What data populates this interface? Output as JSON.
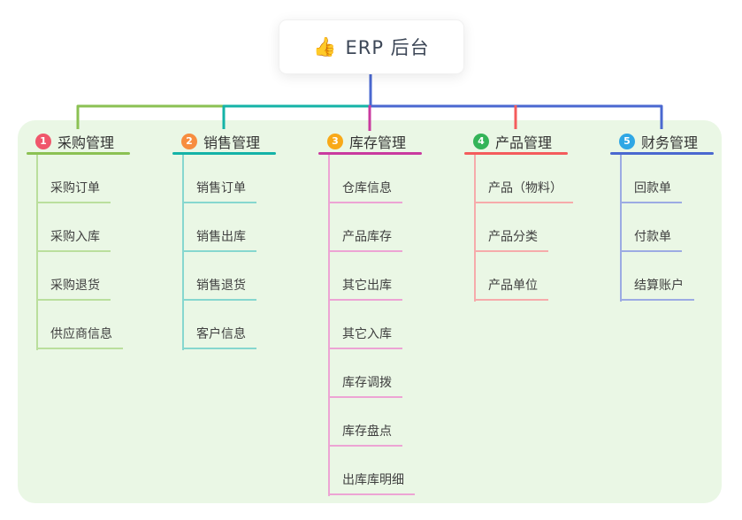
{
  "root": {
    "icon_char": "👍",
    "title": "ERP 后台"
  },
  "colors": {
    "page_bg": "#ffffff",
    "panel_bg": "#eaf7e5",
    "root_connector": "#4a68d0",
    "thumb_color": "#f5b60d",
    "root_title_text": "#3d4757",
    "branch_title_text": "#333333",
    "child_text": "#3f3f3f"
  },
  "branches": [
    {
      "index": "1",
      "title": "采购管理",
      "badge_color": "#f0566b",
      "line_color": "#8bc153",
      "child_line_color": "#badf9d",
      "children": [
        "采购订单",
        "采购入库",
        "采购退货",
        "供应商信息"
      ]
    },
    {
      "index": "2",
      "title": "销售管理",
      "badge_color": "#f78d3f",
      "line_color": "#14b3a7",
      "child_line_color": "#86d7cf",
      "children": [
        "销售订单",
        "销售出库",
        "销售退货",
        "客户信息"
      ]
    },
    {
      "index": "3",
      "title": "库存管理",
      "badge_color": "#f8a918",
      "line_color": "#c93a9f",
      "child_line_color": "#eda4d4",
      "children": [
        "仓库信息",
        "产品库存",
        "其它出库",
        "其它入库",
        "库存调拨",
        "库存盘点",
        "出库库明细"
      ]
    },
    {
      "index": "4",
      "title": "产品管理",
      "badge_color": "#34b458",
      "line_color": "#f45c5c",
      "child_line_color": "#f6abab",
      "children": [
        "产品（物料）",
        "产品分类",
        "产品单位"
      ]
    },
    {
      "index": "5",
      "title": "财务管理",
      "badge_color": "#2fa7e5",
      "line_color": "#4a68d0",
      "child_line_color": "#9cabe3",
      "children": [
        "回款单",
        "付款单",
        "结算账户"
      ]
    }
  ]
}
